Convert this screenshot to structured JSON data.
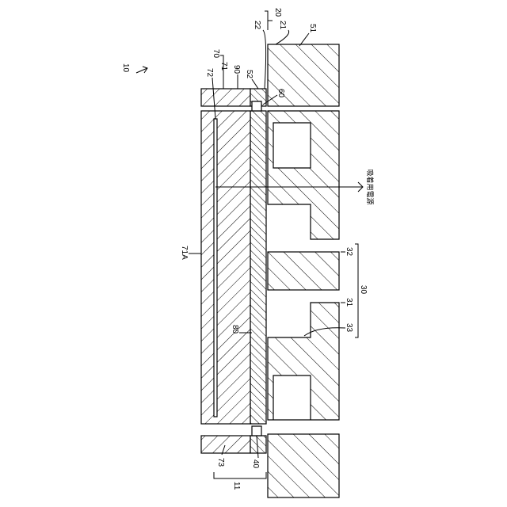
{
  "labels": {
    "ref_10": "10",
    "ref_20": "20",
    "ref_21": "21",
    "ref_22": "22",
    "ref_51": "51",
    "ref_52": "52",
    "ref_90": "90",
    "ref_70": "70",
    "ref_71": "71",
    "ref_72": "72",
    "ref_60": "60",
    "ref_71A": "71A",
    "ref_80": "80",
    "ref_32": "32",
    "ref_31": "31",
    "ref_30": "30",
    "ref_33": "33",
    "ref_73": "73",
    "ref_11": "11",
    "ref_40": "40"
  },
  "power_supply_label": "吸着用電源"
}
